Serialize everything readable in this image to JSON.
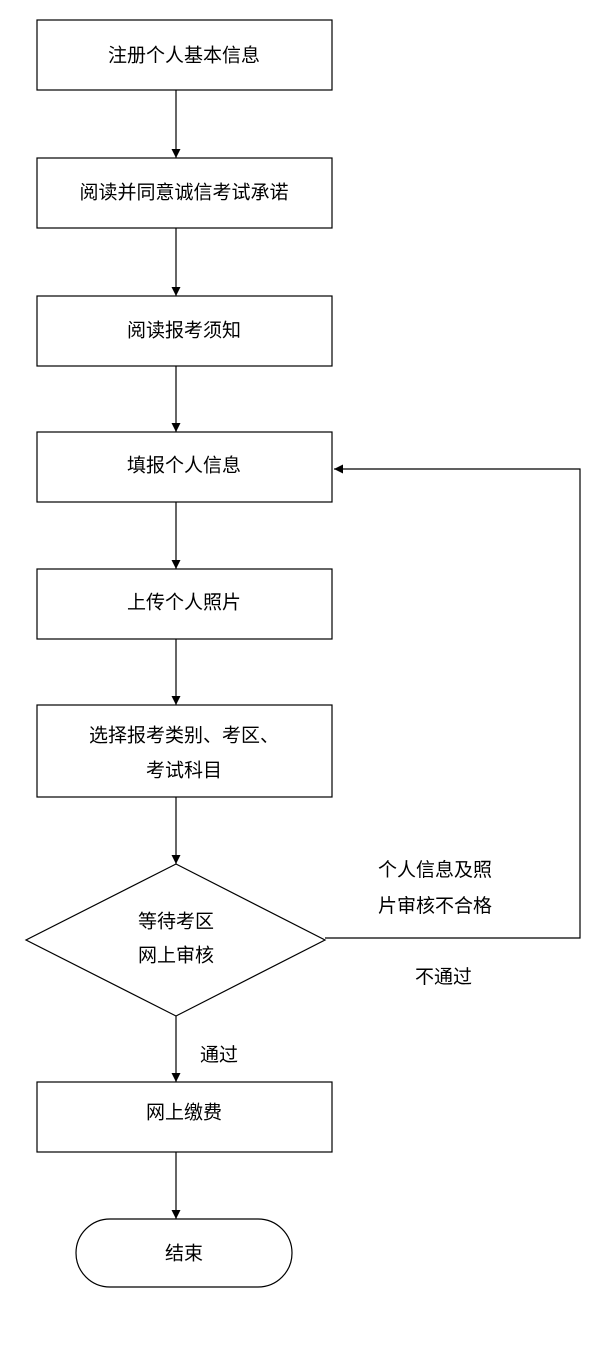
{
  "steps": {
    "register": "注册个人基本信息",
    "integrity": "阅读并同意诚信考试承诺",
    "notice": "阅读报考须知",
    "fill_info": "填报个人信息",
    "upload_photo": "上传个人照片",
    "select_line1": "选择报考类别、考区、",
    "select_line2": "考试科目",
    "review_line1": "等待考区",
    "review_line2": "网上审核",
    "payment": "网上缴费",
    "end": "结束"
  },
  "edges": {
    "fail_reason_line1": "个人信息及照",
    "fail_reason_line2": "片审核不合格",
    "fail": "不通过",
    "pass": "通过"
  }
}
